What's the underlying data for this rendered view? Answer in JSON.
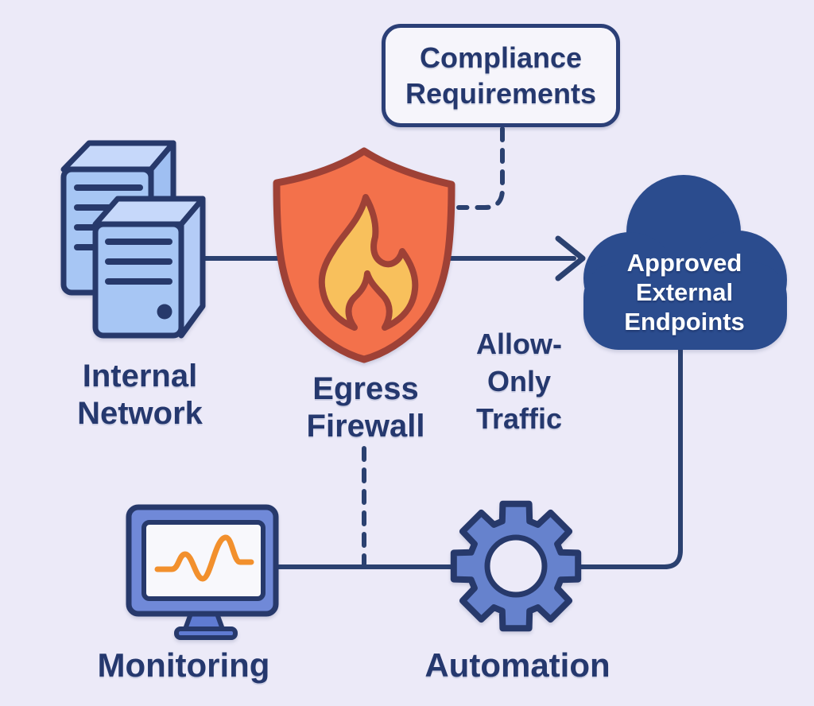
{
  "title": "Egress firewall allow-only traffic diagram",
  "nodes": {
    "compliance_box": {
      "label": "Compliance\nRequirements"
    },
    "internal_network": {
      "label": "Internal\nNetwork"
    },
    "egress_firewall": {
      "label": "Egress\nFirewall"
    },
    "allow_only_traffic": {
      "label": "Allow-\nOnly\nTraffic"
    },
    "approved_endpoints": {
      "label": "Approved\nExternal\nEndpoints"
    },
    "monitoring": {
      "label": "Monitoring"
    },
    "automation": {
      "label": "Automation"
    }
  },
  "colors": {
    "background": "#ECEAF8",
    "connector": "#2B4170",
    "text_navy": "#25386E",
    "box_fill": "#F6F5FB",
    "box_border": "#2B3F77",
    "icon_outline": "#27396B",
    "server_blue": "#A7C6F4",
    "server_blue_light": "#C6D8FA",
    "server_blue_side": "#9FBFF2",
    "shield_orange": "#F3714B",
    "shield_outline": "#9E4136",
    "flame_yellow": "#F8C05C",
    "cloud_blue": "#2B4C8E",
    "cloud_text": "#FFFFFF",
    "monitor_blue": "#7089D8",
    "monitor_stand": "#5F7BD2",
    "screen_white": "#F8F8FC",
    "wave_orange": "#F2902D",
    "gear_blue": "#6682CD"
  }
}
